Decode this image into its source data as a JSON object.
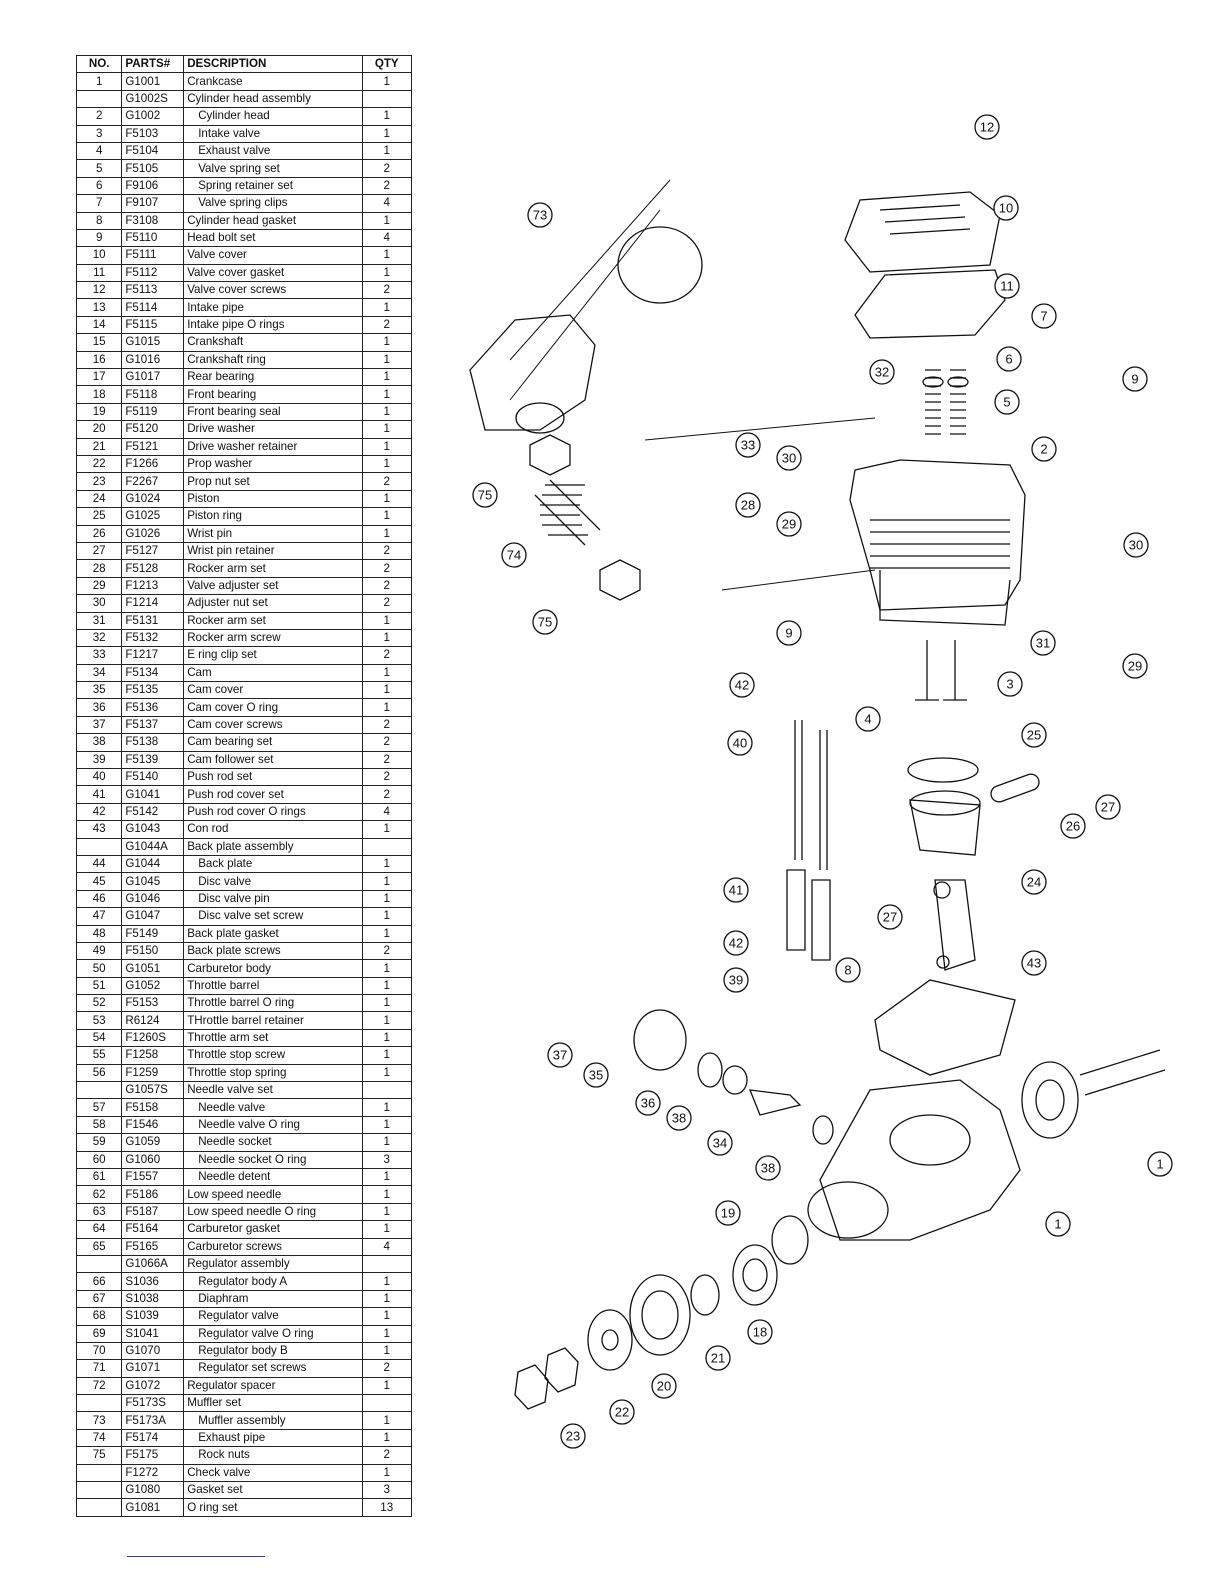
{
  "table": {
    "headers": {
      "no": "NO.",
      "part": "PARTS#",
      "desc": "DESCRIPTION",
      "qty": "QTY"
    },
    "rows": [
      {
        "no": "1",
        "part": "G1001",
        "desc": "Crankcase",
        "qty": "1",
        "indent": false
      },
      {
        "no": "",
        "part": "G1002S",
        "desc": "Cylinder head assembly",
        "qty": "",
        "indent": false
      },
      {
        "no": "2",
        "part": "G1002",
        "desc": "Cylinder head",
        "qty": "1",
        "indent": true
      },
      {
        "no": "3",
        "part": "F5103",
        "desc": "Intake valve",
        "qty": "1",
        "indent": true
      },
      {
        "no": "4",
        "part": "F5104",
        "desc": "Exhaust valve",
        "qty": "1",
        "indent": true
      },
      {
        "no": "5",
        "part": "F5105",
        "desc": "Valve spring set",
        "qty": "2",
        "indent": true
      },
      {
        "no": "6",
        "part": "F9106",
        "desc": "Spring retainer set",
        "qty": "2",
        "indent": true
      },
      {
        "no": "7",
        "part": "F9107",
        "desc": "Valve spring clips",
        "qty": "4",
        "indent": true
      },
      {
        "no": "8",
        "part": "F3108",
        "desc": "Cylinder head gasket",
        "qty": "1",
        "indent": false
      },
      {
        "no": "9",
        "part": "F5110",
        "desc": "Head bolt set",
        "qty": "4",
        "indent": false
      },
      {
        "no": "10",
        "part": "F5111",
        "desc": "Valve cover",
        "qty": "1",
        "indent": false
      },
      {
        "no": "11",
        "part": "F5112",
        "desc": "Valve cover gasket",
        "qty": "1",
        "indent": false
      },
      {
        "no": "12",
        "part": "F5113",
        "desc": "Valve cover screws",
        "qty": "2",
        "indent": false
      },
      {
        "no": "13",
        "part": "F5114",
        "desc": "Intake pipe",
        "qty": "1",
        "indent": false
      },
      {
        "no": "14",
        "part": "F5115",
        "desc": "Intake pipe O rings",
        "qty": "2",
        "indent": false
      },
      {
        "no": "15",
        "part": "G1015",
        "desc": "Crankshaft",
        "qty": "1",
        "indent": false
      },
      {
        "no": "16",
        "part": "G1016",
        "desc": "Crankshaft ring",
        "qty": "1",
        "indent": false
      },
      {
        "no": "17",
        "part": "G1017",
        "desc": "Rear bearing",
        "qty": "1",
        "indent": false
      },
      {
        "no": "18",
        "part": "F5118",
        "desc": "Front bearing",
        "qty": "1",
        "indent": false
      },
      {
        "no": "19",
        "part": "F5119",
        "desc": "Front bearing seal",
        "qty": "1",
        "indent": false
      },
      {
        "no": "20",
        "part": "F5120",
        "desc": "Drive washer",
        "qty": "1",
        "indent": false
      },
      {
        "no": "21",
        "part": "F5121",
        "desc": "Drive washer retainer",
        "qty": "1",
        "indent": false
      },
      {
        "no": "22",
        "part": "F1266",
        "desc": "Prop washer",
        "qty": "1",
        "indent": false
      },
      {
        "no": "23",
        "part": "F2267",
        "desc": "Prop nut set",
        "qty": "2",
        "indent": false
      },
      {
        "no": "24",
        "part": "G1024",
        "desc": "Piston",
        "qty": "1",
        "indent": false
      },
      {
        "no": "25",
        "part": "G1025",
        "desc": "Piston ring",
        "qty": "1",
        "indent": false
      },
      {
        "no": "26",
        "part": "G1026",
        "desc": "Wrist pin",
        "qty": "1",
        "indent": false
      },
      {
        "no": "27",
        "part": "F5127",
        "desc": "Wrist pin retainer",
        "qty": "2",
        "indent": false
      },
      {
        "no": "28",
        "part": "F5128",
        "desc": "Rocker arm set",
        "qty": "2",
        "indent": false
      },
      {
        "no": "29",
        "part": "F1213",
        "desc": "Valve adjuster set",
        "qty": "2",
        "indent": false
      },
      {
        "no": "30",
        "part": "F1214",
        "desc": "Adjuster nut set",
        "qty": "2",
        "indent": false
      },
      {
        "no": "31",
        "part": "F5131",
        "desc": "Rocker arm set",
        "qty": "1",
        "indent": false
      },
      {
        "no": "32",
        "part": "F5132",
        "desc": "Rocker arm screw",
        "qty": "1",
        "indent": false
      },
      {
        "no": "33",
        "part": "F1217",
        "desc": "E ring clip set",
        "qty": "2",
        "indent": false
      },
      {
        "no": "34",
        "part": "F5134",
        "desc": "Cam",
        "qty": "1",
        "indent": false
      },
      {
        "no": "35",
        "part": "F5135",
        "desc": "Cam cover",
        "qty": "1",
        "indent": false
      },
      {
        "no": "36",
        "part": "F5136",
        "desc": "Cam cover O ring",
        "qty": "1",
        "indent": false
      },
      {
        "no": "37",
        "part": "F5137",
        "desc": "Cam cover screws",
        "qty": "2",
        "indent": false
      },
      {
        "no": "38",
        "part": "F5138",
        "desc": "Cam bearing set",
        "qty": "2",
        "indent": false
      },
      {
        "no": "39",
        "part": "F5139",
        "desc": "Cam follower set",
        "qty": "2",
        "indent": false
      },
      {
        "no": "40",
        "part": "F5140",
        "desc": "Push rod set",
        "qty": "2",
        "indent": false
      },
      {
        "no": "41",
        "part": "G1041",
        "desc": "Push rod cover set",
        "qty": "2",
        "indent": false
      },
      {
        "no": "42",
        "part": "F5142",
        "desc": "Push rod cover O rings",
        "qty": "4",
        "indent": false
      },
      {
        "no": "43",
        "part": "G1043",
        "desc": "Con rod",
        "qty": "1",
        "indent": false
      },
      {
        "no": "",
        "part": "G1044A",
        "desc": "Back plate assembly",
        "qty": "",
        "indent": false
      },
      {
        "no": "44",
        "part": "G1044",
        "desc": "Back plate",
        "qty": "1",
        "indent": true
      },
      {
        "no": "45",
        "part": "G1045",
        "desc": "Disc valve",
        "qty": "1",
        "indent": true
      },
      {
        "no": "46",
        "part": "G1046",
        "desc": "Disc valve pin",
        "qty": "1",
        "indent": true
      },
      {
        "no": "47",
        "part": "G1047",
        "desc": "Disc valve set screw",
        "qty": "1",
        "indent": true
      },
      {
        "no": "48",
        "part": "F5149",
        "desc": "Back plate gasket",
        "qty": "1",
        "indent": false
      },
      {
        "no": "49",
        "part": "F5150",
        "desc": "Back plate screws",
        "qty": "2",
        "indent": false
      },
      {
        "no": "50",
        "part": "G1051",
        "desc": "Carburetor body",
        "qty": "1",
        "indent": false
      },
      {
        "no": "51",
        "part": "G1052",
        "desc": "Throttle barrel",
        "qty": "1",
        "indent": false
      },
      {
        "no": "52",
        "part": "F5153",
        "desc": "Throttle barrel O ring",
        "qty": "1",
        "indent": false
      },
      {
        "no": "53",
        "part": "R6124",
        "desc": "THrottle barrel retainer",
        "qty": "1",
        "indent": false
      },
      {
        "no": "54",
        "part": "F1260S",
        "desc": "Throttle arm set",
        "qty": "1",
        "indent": false
      },
      {
        "no": "55",
        "part": "F1258",
        "desc": "Throttle stop screw",
        "qty": "1",
        "indent": false
      },
      {
        "no": "56",
        "part": "F1259",
        "desc": "Throttle stop spring",
        "qty": "1",
        "indent": false
      },
      {
        "no": "",
        "part": "G1057S",
        "desc": "Needle valve set",
        "qty": "",
        "indent": false
      },
      {
        "no": "57",
        "part": "F5158",
        "desc": "Needle valve",
        "qty": "1",
        "indent": true
      },
      {
        "no": "58",
        "part": "F1546",
        "desc": "Needle valve O ring",
        "qty": "1",
        "indent": true
      },
      {
        "no": "59",
        "part": "G1059",
        "desc": "Needle socket",
        "qty": "1",
        "indent": true
      },
      {
        "no": "60",
        "part": "G1060",
        "desc": "Needle socket O ring",
        "qty": "3",
        "indent": true
      },
      {
        "no": "61",
        "part": "F1557",
        "desc": "Needle detent",
        "qty": "1",
        "indent": true
      },
      {
        "no": "62",
        "part": "F5186",
        "desc": "Low speed needle",
        "qty": "1",
        "indent": false
      },
      {
        "no": "63",
        "part": "F5187",
        "desc": "Low speed needle O ring",
        "qty": "1",
        "indent": false
      },
      {
        "no": "64",
        "part": "F5164",
        "desc": "Carburetor gasket",
        "qty": "1",
        "indent": false
      },
      {
        "no": "65",
        "part": "F5165",
        "desc": "Carburetor screws",
        "qty": "4",
        "indent": false
      },
      {
        "no": "",
        "part": "G1066A",
        "desc": "Regulator assembly",
        "qty": "",
        "indent": false
      },
      {
        "no": "66",
        "part": "S1036",
        "desc": "Regulator body A",
        "qty": "1",
        "indent": true
      },
      {
        "no": "67",
        "part": "S1038",
        "desc": "Diaphram",
        "qty": "1",
        "indent": true
      },
      {
        "no": "68",
        "part": "S1039",
        "desc": "Regulator valve",
        "qty": "1",
        "indent": true
      },
      {
        "no": "69",
        "part": "S1041",
        "desc": "Regulator valve O ring",
        "qty": "1",
        "indent": true
      },
      {
        "no": "70",
        "part": "G1070",
        "desc": "Regulator body B",
        "qty": "1",
        "indent": true
      },
      {
        "no": "71",
        "part": "G1071",
        "desc": "Regulator set screws",
        "qty": "2",
        "indent": true
      },
      {
        "no": "72",
        "part": "G1072",
        "desc": "Regulator spacer",
        "qty": "1",
        "indent": false
      },
      {
        "no": "",
        "part": "F5173S",
        "desc": "Muffler set",
        "qty": "",
        "indent": false
      },
      {
        "no": "73",
        "part": "F5173A",
        "desc": "Muffler assembly",
        "qty": "1",
        "indent": true
      },
      {
        "no": "74",
        "part": "F5174",
        "desc": "Exhaust pipe",
        "qty": "1",
        "indent": true
      },
      {
        "no": "75",
        "part": "F5175",
        "desc": "Rock nuts",
        "qty": "2",
        "indent": true
      },
      {
        "no": "",
        "part": "F1272",
        "desc": "Check valve",
        "qty": "1",
        "indent": false
      },
      {
        "no": "",
        "part": "G1080",
        "desc": "Gasket set",
        "qty": "3",
        "indent": false
      },
      {
        "no": "",
        "part": "G1081",
        "desc": "O ring set",
        "qty": "13",
        "indent": false
      }
    ]
  },
  "diagram": {
    "callouts": [
      "12",
      "10",
      "73",
      "11",
      "7",
      "32",
      "6",
      "9",
      "5",
      "33",
      "30",
      "2",
      "28",
      "29",
      "75",
      "74",
      "30",
      "75",
      "9",
      "31",
      "29",
      "42",
      "3",
      "4",
      "40",
      "25",
      "27",
      "26",
      "24",
      "41",
      "27",
      "43",
      "42",
      "8",
      "39",
      "37",
      "35",
      "36",
      "38",
      "34",
      "38",
      "1",
      "1",
      "19",
      "18",
      "21",
      "20",
      "22",
      "23"
    ]
  }
}
